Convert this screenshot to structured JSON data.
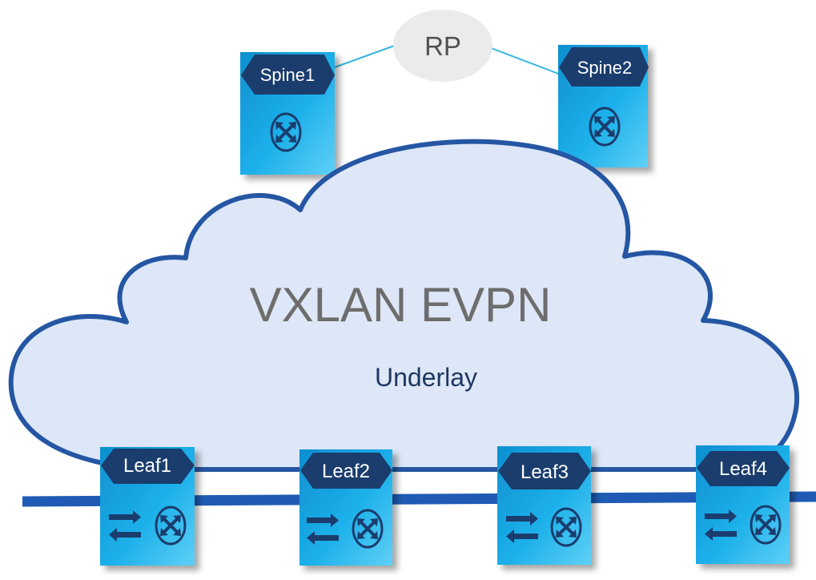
{
  "rp": {
    "label": "RP"
  },
  "spines": [
    {
      "label": "Spine1",
      "icon": "router-icon"
    },
    {
      "label": "Spine2",
      "icon": "router-icon"
    }
  ],
  "cloud": {
    "title": "VXLAN EVPN",
    "subtitle": "Underlay"
  },
  "leaves": [
    {
      "label": "Leaf1",
      "icon": "switch-router-icon"
    },
    {
      "label": "Leaf2",
      "icon": "switch-router-icon"
    },
    {
      "label": "Leaf3",
      "icon": "switch-router-icon"
    },
    {
      "label": "Leaf4",
      "icon": "switch-router-icon"
    }
  ],
  "colors": {
    "cloud_fill": "#dde7f7",
    "cloud_stroke": "#2556a3",
    "device_fill": "#19a6e0",
    "device_dark": "#1a3d6e",
    "rp_fill": "#ebebeb",
    "rp_link": "#35b6e0",
    "bus_line": "#1f5bb5",
    "title_text": "#6d6d6d",
    "subtitle_text": "#1e3860"
  }
}
